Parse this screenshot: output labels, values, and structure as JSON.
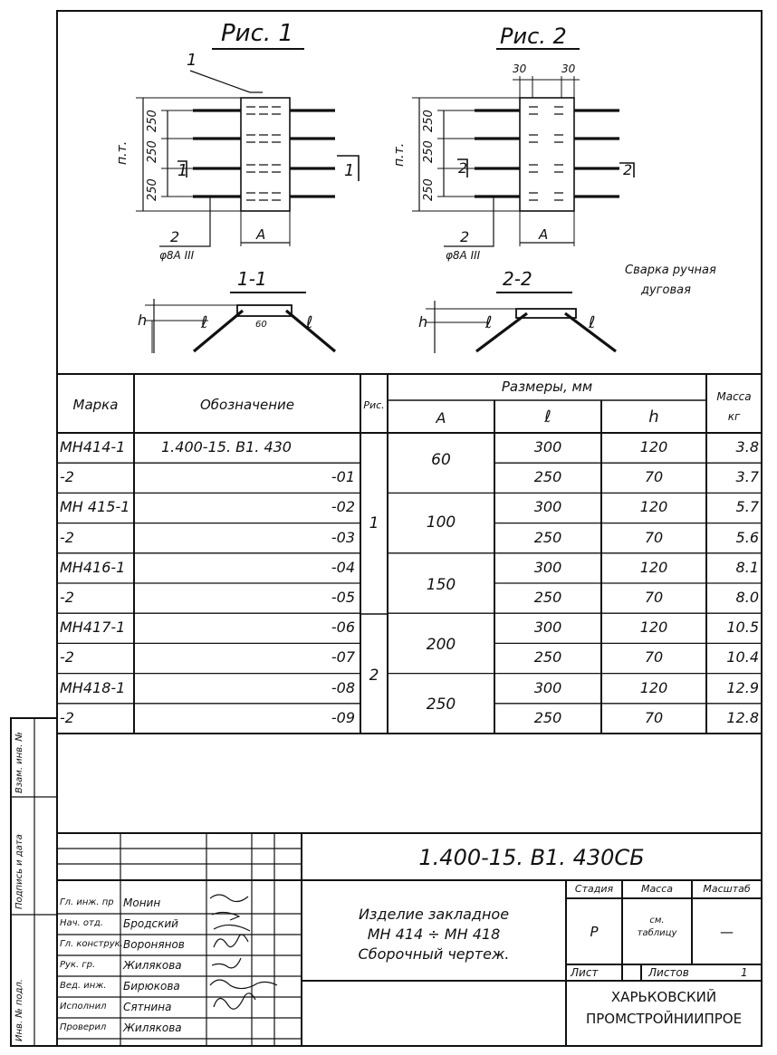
{
  "figures": {
    "fig1_title": "Рис. 1",
    "fig2_title": "Рис. 2",
    "fig1_callout": "1",
    "fig1_side_dim": "п.т.",
    "fig1_dims_vertical": [
      "250",
      "250",
      "250"
    ],
    "fig1_section_mark": "1",
    "fig1_width_label": "А",
    "fig1_bar_num": "2",
    "fig1_bar_spec": "φ8А III",
    "fig2_top_dims": [
      "30",
      "30"
    ],
    "fig2_side_dim": "п.т.",
    "fig2_dims_vertical": [
      "250",
      "250",
      "250"
    ],
    "fig2_section_mark": "2",
    "fig2_width_label": "А",
    "fig2_bar_num": "2",
    "fig2_bar_spec": "φ8А III",
    "section1_title": "1-1",
    "section2_title": "2-2",
    "section1_h": "h",
    "section1_l_left": "ℓ",
    "section1_l_right": "ℓ",
    "section1_width": "60",
    "section2_h": "h",
    "section2_l_left": "ℓ",
    "section2_l_right": "ℓ",
    "note_line1": "Сварка ручная",
    "note_line2": "дуговая"
  },
  "table": {
    "col_mark": "Марка",
    "col_designation": "Обозначение",
    "col_fig": "Рис.",
    "col_sizes": "Размеры, мм",
    "col_a": "А",
    "col_l": "ℓ",
    "col_h": "h",
    "col_mass_1": "Масса",
    "col_mass_2": "кг",
    "rows": [
      {
        "mark": "МН414-1",
        "designation": "1.400-15. В1. 430",
        "l": "300",
        "h": "120",
        "mass": "3.8"
      },
      {
        "mark": "-2",
        "designation": "-01",
        "l": "250",
        "h": "70",
        "mass": "3.7"
      },
      {
        "mark": "МН 415-1",
        "designation": "-02",
        "l": "300",
        "h": "120",
        "mass": "5.7"
      },
      {
        "mark": "-2",
        "designation": "-03",
        "l": "250",
        "h": "70",
        "mass": "5.6"
      },
      {
        "mark": "МН416-1",
        "designation": "-04",
        "l": "300",
        "h": "120",
        "mass": "8.1"
      },
      {
        "mark": "-2",
        "designation": "-05",
        "l": "250",
        "h": "70",
        "mass": "8.0"
      },
      {
        "mark": "МН417-1",
        "designation": "-06",
        "l": "300",
        "h": "120",
        "mass": "10.5"
      },
      {
        "mark": "-2",
        "designation": "-07",
        "l": "250",
        "h": "70",
        "mass": "10.4"
      },
      {
        "mark": "МН418-1",
        "designation": "-08",
        "l": "300",
        "h": "120",
        "mass": "12.9"
      },
      {
        "mark": "-2",
        "designation": "-09",
        "l": "250",
        "h": "70",
        "mass": "12.8"
      }
    ],
    "a_groups": [
      "60",
      "100",
      "150",
      "200",
      "250"
    ],
    "fig_groups": [
      "1",
      "2"
    ]
  },
  "stamp": {
    "doc_code": "1.400-15. В1. 430СБ",
    "title_line1": "Изделие закладное",
    "title_line2": "МН 414 ÷ МН 418",
    "title_line3": "Сборочный чертеж.",
    "col_stage": "Стадия",
    "col_mass": "Масса",
    "col_scale": "Масштаб",
    "stage": "Р",
    "mass_1": "см.",
    "mass_2": "таблицу",
    "scale": "—",
    "sheet_label": "Лист",
    "sheets_label": "Листов",
    "sheets_value": "1",
    "org_line1": "ХАРЬКОВСКИЙ",
    "org_line2": "ПРОМСТРОЙНИИПРОЕ",
    "roles": [
      {
        "role": "Гл. инж. пр",
        "name": "Монин"
      },
      {
        "role": "Нач. отд.",
        "name": "Бродский"
      },
      {
        "role": "Гл. конструк.",
        "name": "Воронянов"
      },
      {
        "role": "Рук. гр.",
        "name": "Жилякова"
      },
      {
        "role": "Вед. инж.",
        "name": "Бирюкова"
      },
      {
        "role": "Исполнил",
        "name": "Сятнина"
      },
      {
        "role": "Проверил",
        "name": "Жилякова"
      }
    ]
  },
  "side_labels": [
    "Взам. инв. №",
    "Подпись и дата",
    "Инв. № подл."
  ]
}
